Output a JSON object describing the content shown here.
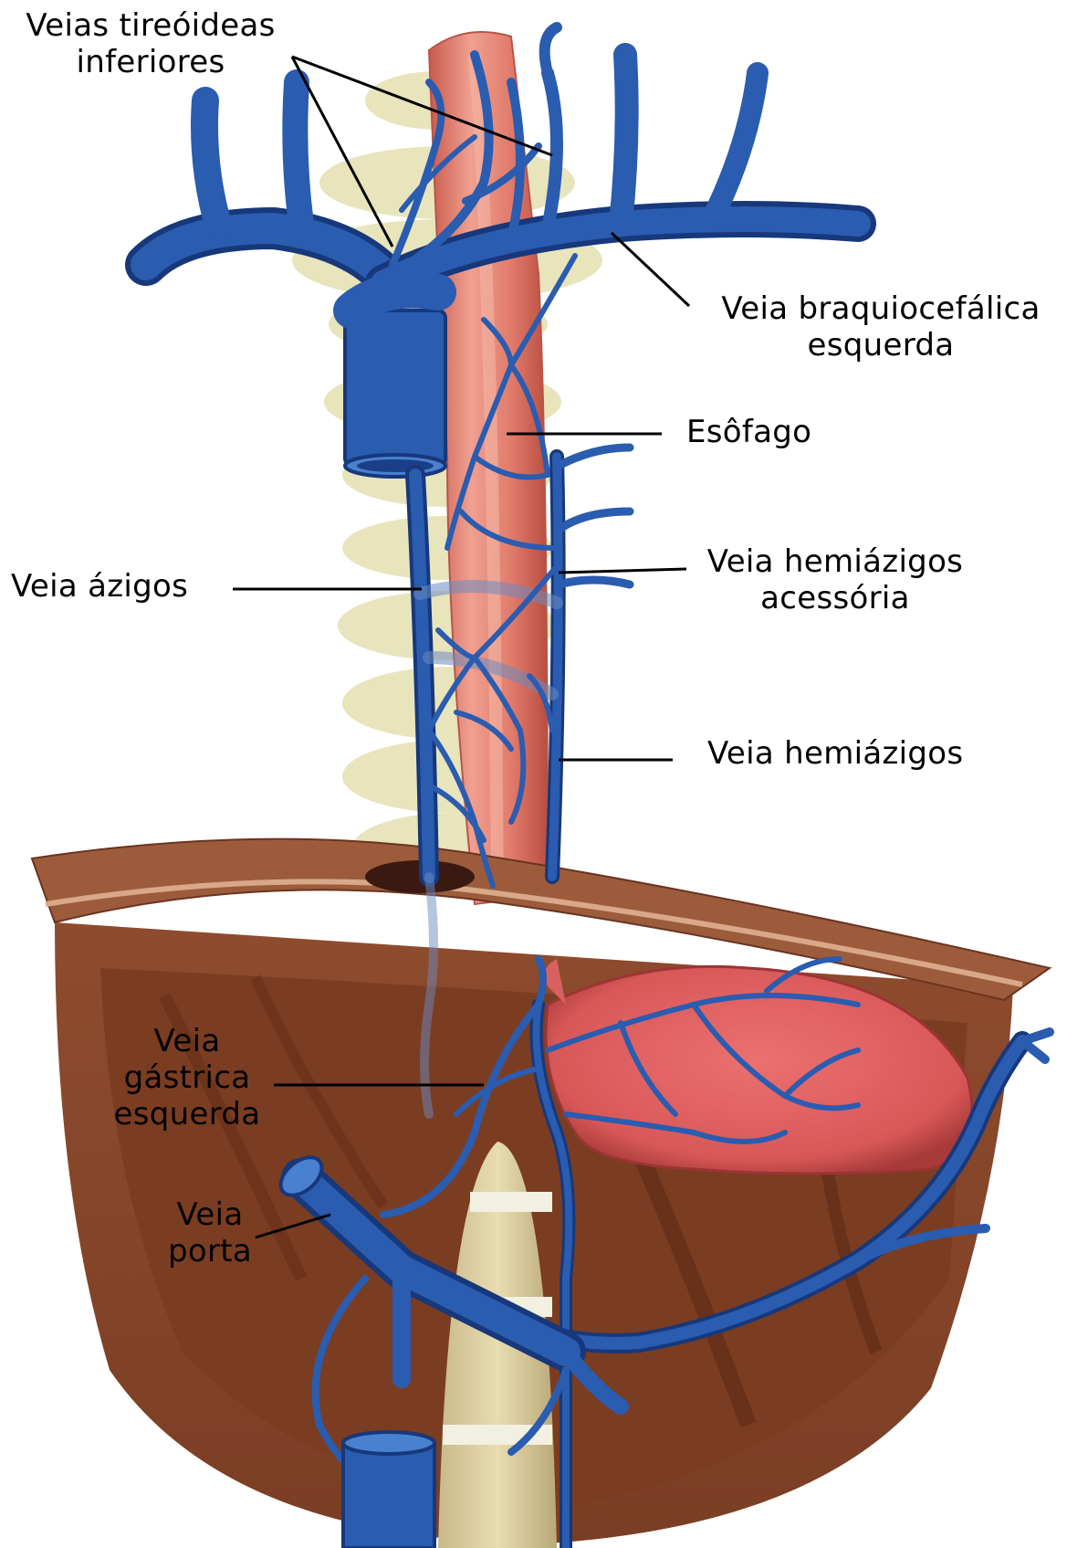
{
  "colors": {
    "vein": "#1f4fa0",
    "vein_highlight": "#4a7fd0",
    "vein_dark": "#173c80",
    "esophagus": "#e07a6a",
    "esophagus_light": "#f0a898",
    "spine": "#ece8c0",
    "liver": "#8a4a2e",
    "liver_dark": "#5e2f1c",
    "stomach": "#e06060",
    "diaphragm": "#9a5a3a",
    "leader": "#000000"
  },
  "labels": {
    "thyroid_veins": [
      "Veias tireóideas",
      "inferiores"
    ],
    "brachiocephalic": [
      "Veia braquiocefálica",
      "esquerda"
    ],
    "esophagus": [
      "Esôfago"
    ],
    "azygos": [
      "Veia ázigos"
    ],
    "accessory_hemiazygos": [
      "Veia hemiázigos",
      "acessória"
    ],
    "hemiazygos": [
      "Veia hemiázigos"
    ],
    "left_gastric": [
      "Veia",
      "gástrica",
      "esquerda"
    ],
    "portal": [
      "Veia",
      "porta"
    ]
  }
}
